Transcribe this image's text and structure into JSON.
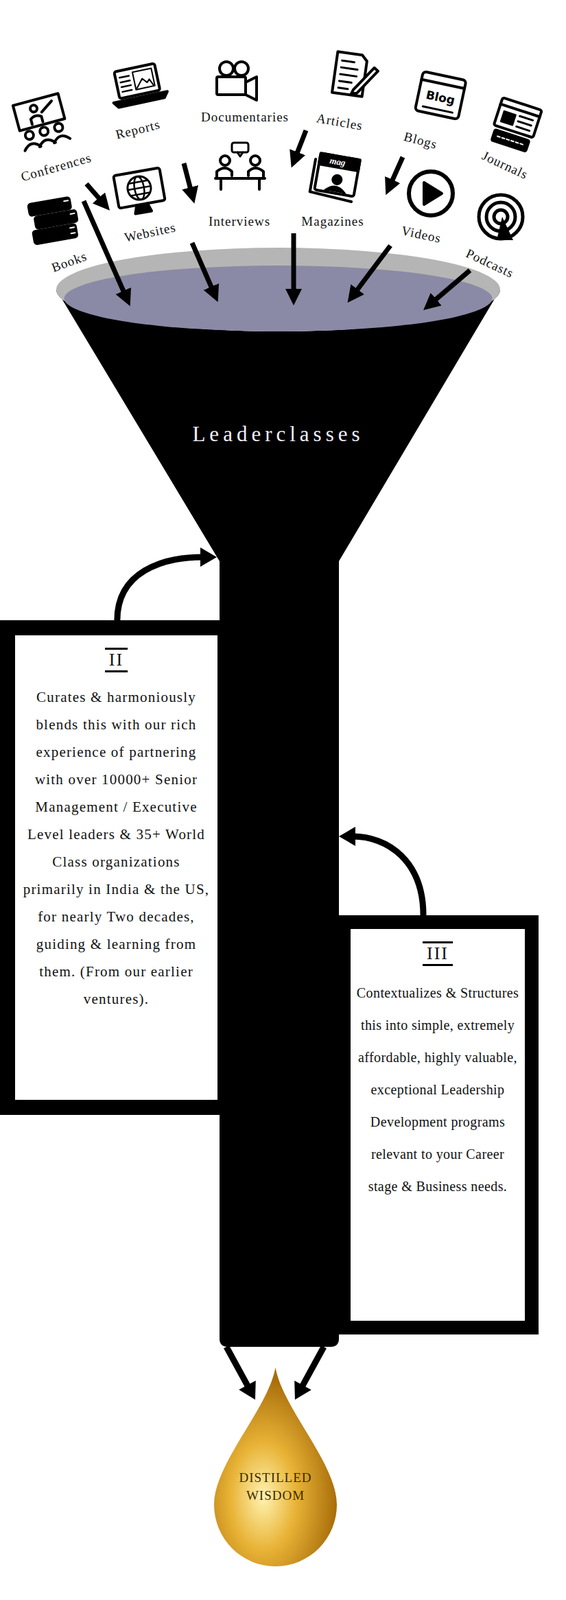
{
  "diagram": {
    "nodes": [
      {
        "text": [
          "Leaderclasses"
        ]
      },
      {
        "text": [
          "II",
          "Curates & harmoniously blends this with our rich experience of partnering with over 10000+ Senior Management / Executive Level leaders & 35+ World Class organizations primarily in India & the US, for nearly Two decades, guiding & learning from them. (From our earlier ventures)."
        ]
      },
      {
        "text": [
          "III",
          "Contextualizes & Structures this into simple, extremely affordable, highly valuable, exceptional Leadership Development programs relevant to your Career stage & Business needs."
        ]
      },
      {
        "text": [
          "DISTILLED WISDOM"
        ]
      }
    ],
    "edges": [
      {
        "from": 1,
        "to": 0,
        "arrow": "to"
      },
      {
        "from": 2,
        "to": 0,
        "arrow": "to"
      },
      {
        "from": 0,
        "to": 3,
        "arrow": "to"
      },
      {
        "from": 0,
        "to": 3,
        "arrow": "to"
      }
    ],
    "labels": [
      "Conferences",
      "Reports",
      "Documentaries",
      "Articles",
      "Blog",
      "Blogs",
      "Journals",
      "Books",
      "Websites",
      "Interviews",
      "mag",
      "Magazines",
      "Videos",
      "Podcasts"
    ]
  }
}
